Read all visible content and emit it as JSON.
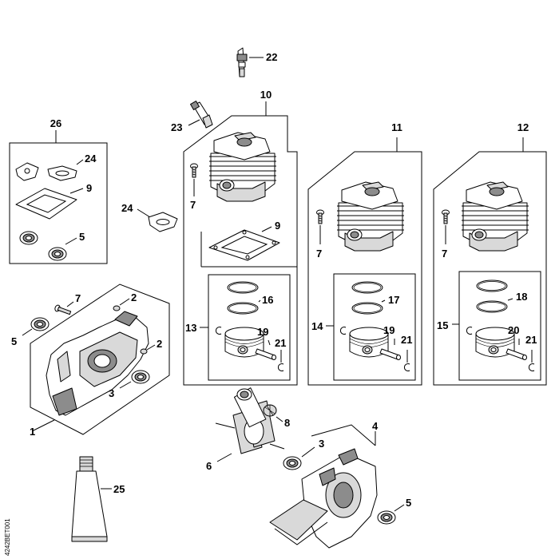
{
  "labels": {
    "l1": "1",
    "l2a": "2",
    "l2b": "2",
    "l3a": "3",
    "l3b": "3",
    "l4": "4",
    "l5a": "5",
    "l5b": "5",
    "l5c": "5",
    "l6": "6",
    "l7a": "7",
    "l7b": "7",
    "l7c": "7",
    "l7d": "7",
    "l8": "8",
    "l9a": "9",
    "l9b": "9",
    "l10": "10",
    "l11": "11",
    "l12": "12",
    "l13": "13",
    "l14": "14",
    "l15": "15",
    "l16": "16",
    "l17": "17",
    "l18": "18",
    "l19a": "19",
    "l19b": "19",
    "l20": "20",
    "l21a": "21",
    "l21b": "21",
    "l21c": "21",
    "l22": "22",
    "l23": "23",
    "l24a": "24",
    "l24b": "24",
    "l25": "25",
    "l26": "26"
  },
  "diagram_code": "4242BET001"
}
